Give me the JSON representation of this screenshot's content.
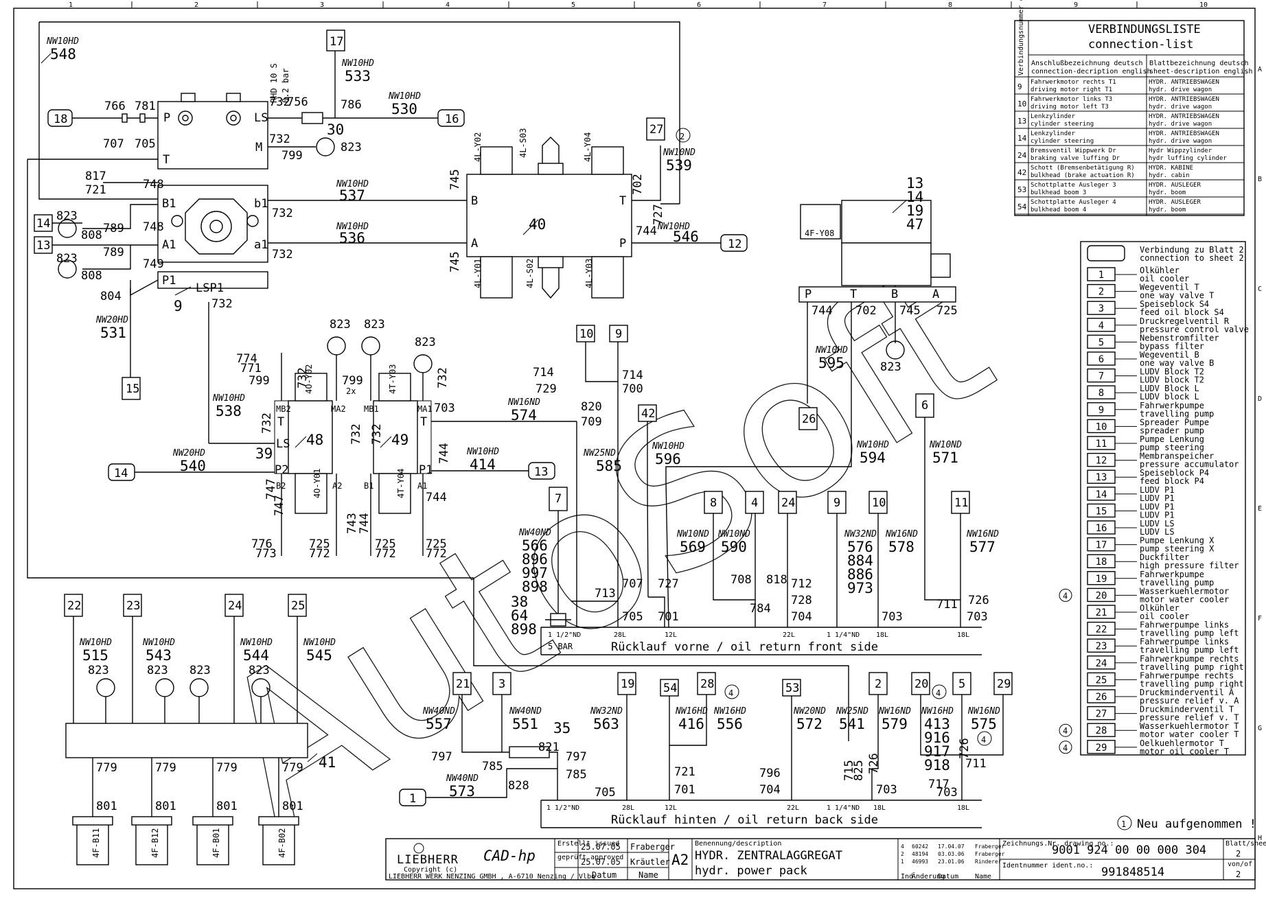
{
  "columns": [
    "1",
    "2",
    "3",
    "4",
    "5",
    "6",
    "7",
    "8",
    "9",
    "10"
  ],
  "rows": [
    "A",
    "B",
    "C",
    "D",
    "E",
    "F",
    "G",
    "H"
  ],
  "watermark": "AutoSoft",
  "connection_list": {
    "title_de": "VERBINDUNGSLISTE",
    "title_en": "connection-list",
    "col0": "Verbindungsnummer connection-number",
    "col1_de": "Anschlußbezeichnung deutsch",
    "col1_en": "connection-decription english",
    "col2_de": "Blattbezeichnung deutsch",
    "col2_en": "sheet-description english",
    "rows": [
      {
        "n": "9",
        "d1": "Fahrwerkmotor rechts T1",
        "e1": "driving motor right T1",
        "d2": "HYDR. ANTRIEBSWAGEN",
        "e2": "hydr. drive wagon"
      },
      {
        "n": "10",
        "d1": "Fahrwerkmotor links T3",
        "e1": "driving motor left T3",
        "d2": "HYDR. ANTRIEBSWAGEN",
        "e2": "hydr. drive wagon"
      },
      {
        "n": "13",
        "d1": "Lenkzylinder",
        "e1": "cylinder steering",
        "d2": "HYDR. ANTRIEBSWAGEN",
        "e2": "hydr. drive wagon"
      },
      {
        "n": "14",
        "d1": "Lenkzylinder",
        "e1": "cylinder steering",
        "d2": "HYDR. ANTRIEBSWAGEN",
        "e2": "hydr. drive wagon"
      },
      {
        "n": "24",
        "d1": "Bremsventil Wippwerk Dr",
        "e1": "braking valve luffing Dr",
        "d2": "Hydr Wippzylinder",
        "e2": "hydr luffing cylinder"
      },
      {
        "n": "42",
        "d1": "Schott (Bremsenbetätigung R)",
        "e1": "bulkhead (brake actuation R)",
        "d2": "HYDR. KABINE",
        "e2": "hydr. cabin"
      },
      {
        "n": "53",
        "d1": "Schottplatte Ausleger 3",
        "e1": "bulkhead boom 3",
        "d2": "HYDR. AUSLEGER",
        "e2": "hydr. boom"
      },
      {
        "n": "54",
        "d1": "Schottplatte Ausleger 4",
        "e1": "bulkhead boom 4",
        "d2": "HYDR. AUSLEGER",
        "e2": "hydr. boom"
      }
    ]
  },
  "legend": {
    "header_de": "Verbindung zu Blatt 2",
    "header_en": "connection to sheet 2",
    "items": [
      {
        "n": "1",
        "de": "Olkühler",
        "en": "oil cooler",
        "mark": ""
      },
      {
        "n": "2",
        "de": "Wegeventil T",
        "en": "one way valve T",
        "mark": ""
      },
      {
        "n": "3",
        "de": "Speiseblock S4",
        "en": "feed oil block S4",
        "mark": ""
      },
      {
        "n": "4",
        "de": "Druckregelventil R",
        "en": "pressure control valve",
        "mark": ""
      },
      {
        "n": "5",
        "de": "Nebenstromfilter",
        "en": "bypass filter",
        "mark": ""
      },
      {
        "n": "6",
        "de": "Wegeventil B",
        "en": "one way valve B",
        "mark": ""
      },
      {
        "n": "7",
        "de": "LUDV Block T2",
        "en": "LUDV block T2",
        "mark": ""
      },
      {
        "n": "8",
        "de": "LUDV Block L",
        "en": "LUDV block L",
        "mark": ""
      },
      {
        "n": "9",
        "de": "Fahrwerkpumpe",
        "en": "travelling pump",
        "mark": ""
      },
      {
        "n": "10",
        "de": "Spreader Pumpe",
        "en": "spreader pump",
        "mark": ""
      },
      {
        "n": "11",
        "de": "Pumpe Lenkung",
        "en": "pump steering",
        "mark": ""
      },
      {
        "n": "12",
        "de": "Membranspeicher",
        "en": "pressure accumulator",
        "mark": ""
      },
      {
        "n": "13",
        "de": "Speiseblock P4",
        "en": "feed block P4",
        "mark": ""
      },
      {
        "n": "14",
        "de": "LUDV P1",
        "en": "LUDV P1",
        "mark": ""
      },
      {
        "n": "15",
        "de": "LUDV P1",
        "en": "LUDV P1",
        "mark": ""
      },
      {
        "n": "16",
        "de": "LUDV LS",
        "en": "LUDV LS",
        "mark": ""
      },
      {
        "n": "17",
        "de": "Pumpe Lenkung X",
        "en": "pump steering X",
        "mark": ""
      },
      {
        "n": "18",
        "de": "Duckfilter",
        "en": "high pressure filter",
        "mark": ""
      },
      {
        "n": "19",
        "de": "Fahrwerkpumpe",
        "en": "travelling pump",
        "mark": ""
      },
      {
        "n": "20",
        "de": "Wasserkuehlermotor",
        "en": "motor water cooler",
        "mark": "4"
      },
      {
        "n": "21",
        "de": "Olkühler",
        "en": "oil cooler",
        "mark": ""
      },
      {
        "n": "22",
        "de": "Fahrwerpumpe links",
        "en": "travelling pump left",
        "mark": ""
      },
      {
        "n": "23",
        "de": "Fahrwerpumpe links",
        "en": "travelling pump left",
        "mark": ""
      },
      {
        "n": "24",
        "de": "Fahrwerkpumpe rechts",
        "en": "travelling pump right",
        "mark": ""
      },
      {
        "n": "25",
        "de": "Fahrwerpumpe rechts",
        "en": "travelling pump right",
        "mark": ""
      },
      {
        "n": "26",
        "de": "Druckminderventil A",
        "en": "pressure relief v. A",
        "mark": ""
      },
      {
        "n": "27",
        "de": "Druckminderventil T",
        "en": "pressure relief v. T",
        "mark": ""
      },
      {
        "n": "28",
        "de": "Wasserkuehlermotor T",
        "en": "motor water cooler T",
        "mark": "4"
      },
      {
        "n": "29",
        "de": "Oelkuehlermotor T",
        "en": "motor oil cooler T",
        "mark": "4"
      }
    ],
    "note_mark": "1",
    "note": "Neu aufgenommen !"
  },
  "return_lines": {
    "front": "Rücklauf vorne / oil return front side",
    "front_bar": "5 BAR",
    "back": "Rücklauf hinten / oil return back side"
  },
  "titleblock": {
    "company": "LIEBHERR",
    "cad": "CAD-hp",
    "copyright": "Copyright (c)",
    "address": "LIEBHERR WERK NENZING GMBH , A-6710 Nenzing / Vlbg",
    "created_label": "Erstellt issued",
    "approved_label": "geprüft approved",
    "created_date": "25.07.05",
    "created_by": "Fraberger",
    "approved_date": "25.07.05",
    "approved_by": "Kräutler",
    "date_label": "Datum",
    "name_label": "Name",
    "format": "A2",
    "desc_label": "Benennung/description",
    "title_de": "HYDR. ZENTRALAGGREGAT",
    "title_en": "hydr. power pack",
    "revisions": [
      {
        "idx": "4",
        "chg": "60242",
        "date": "17.04.07",
        "name": "Fraberger"
      },
      {
        "idx": "2",
        "chg": "48194",
        "date": "03.03.06",
        "name": "Fraberger"
      },
      {
        "idx": "1",
        "chg": "46993",
        "date": "23.01.06",
        "name": "Rinderer"
      }
    ],
    "rev_idx_label": "Ind.",
    "rev_chg_label": "Änderung",
    "rev_date_label": "Datum",
    "rev_name_label": "Name",
    "drawing_label": "Zeichnungs.Nr. drawing no.:",
    "drawing_no": "9001 924 00 00 000 304",
    "ident_label": "Identnummer ident.no.:",
    "ident_no": "991848514",
    "sheet_label": "Blatt/sheet",
    "sheet": "2",
    "of_label": "von/of",
    "of": "2"
  },
  "hose_labels": {
    "nw10hd": "NW10HD",
    "nw16nd": "NW16ND",
    "nw20hd": "NW20HD",
    "nw10nd": "NW10ND",
    "nw16hd": "NW16HD",
    "nw25nd": "NW25ND",
    "nw40nd": "NW40ND",
    "nw32nd": "NW32ND",
    "nw20nd": "NW20ND"
  }
}
